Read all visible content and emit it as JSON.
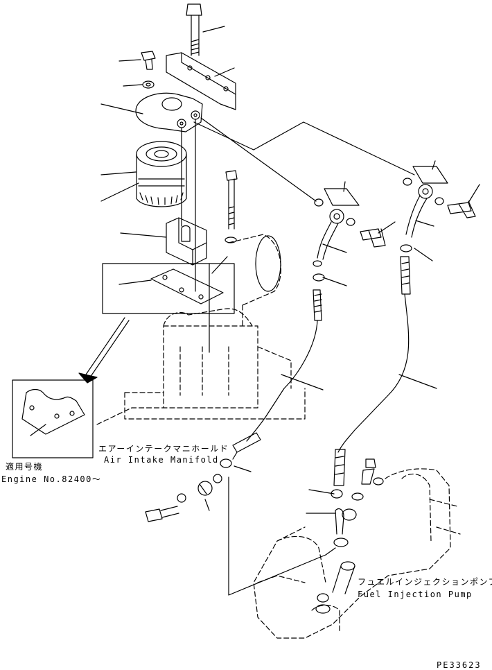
{
  "labels": {
    "air_intake_jp": "エアーインテークマニホールド",
    "air_intake_en": "Air Intake Manifold",
    "fuel_pump_jp": "フュエルインジェクションポンプ",
    "fuel_pump_en": "Fuel Injection Pump",
    "applicable_jp": "適用号機",
    "engine_no": "Engine No.82400～",
    "drawing_code": "PE33623"
  },
  "colors": {
    "line": "#000000",
    "background": "#ffffff"
  }
}
